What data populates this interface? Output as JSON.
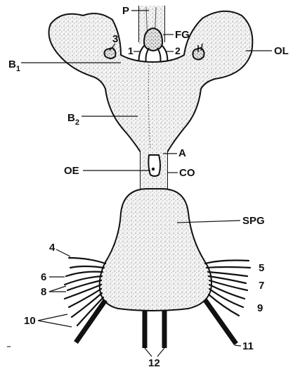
{
  "figure": {
    "labels": {
      "P": "P",
      "FG": "FG",
      "n3": "3",
      "n1": "1",
      "n2": "2",
      "OL": "OL",
      "B1_main": "B",
      "B1_sub": "1",
      "B2_main": "B",
      "B2_sub": "2",
      "A": "A",
      "OE": "OE",
      "CO": "CO",
      "SPG": "SPG",
      "n4": "4",
      "n5": "5",
      "n6": "6",
      "n7": "7",
      "n8": "8",
      "n9": "9",
      "n10": "10",
      "n11": "11",
      "n12": "12"
    }
  }
}
